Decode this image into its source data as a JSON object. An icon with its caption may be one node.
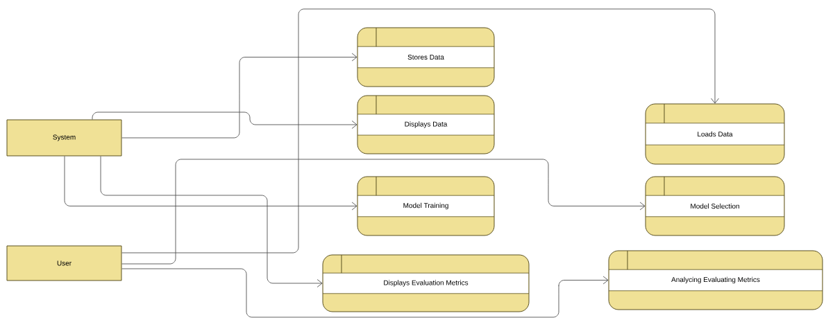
{
  "diagram": {
    "nodes": [
      {
        "text": [
          "System"
        ]
      },
      {
        "text": [
          "User"
        ]
      },
      {
        "text": [
          "Stores Data"
        ]
      },
      {
        "text": [
          "Displays Data"
        ]
      },
      {
        "text": [
          "Loads Data"
        ]
      },
      {
        "text": [
          "Model Training"
        ]
      },
      {
        "text": [
          "Model Selection"
        ]
      },
      {
        "text": [
          "Displays Evaluation Metrics"
        ]
      },
      {
        "text": [
          "Analycing Evaluating Metrics"
        ]
      }
    ],
    "edges": [
      {
        "from": 0,
        "to": 2,
        "arrow": "to"
      },
      {
        "from": 0,
        "to": 3,
        "arrow": "to"
      },
      {
        "from": 0,
        "to": 5,
        "arrow": "to"
      },
      {
        "from": 0,
        "to": 7,
        "arrow": "to"
      },
      {
        "from": 1,
        "to": 4,
        "arrow": "to"
      },
      {
        "from": 1,
        "to": 6,
        "arrow": "to"
      },
      {
        "from": 1,
        "to": 8,
        "arrow": "to"
      }
    ]
  }
}
